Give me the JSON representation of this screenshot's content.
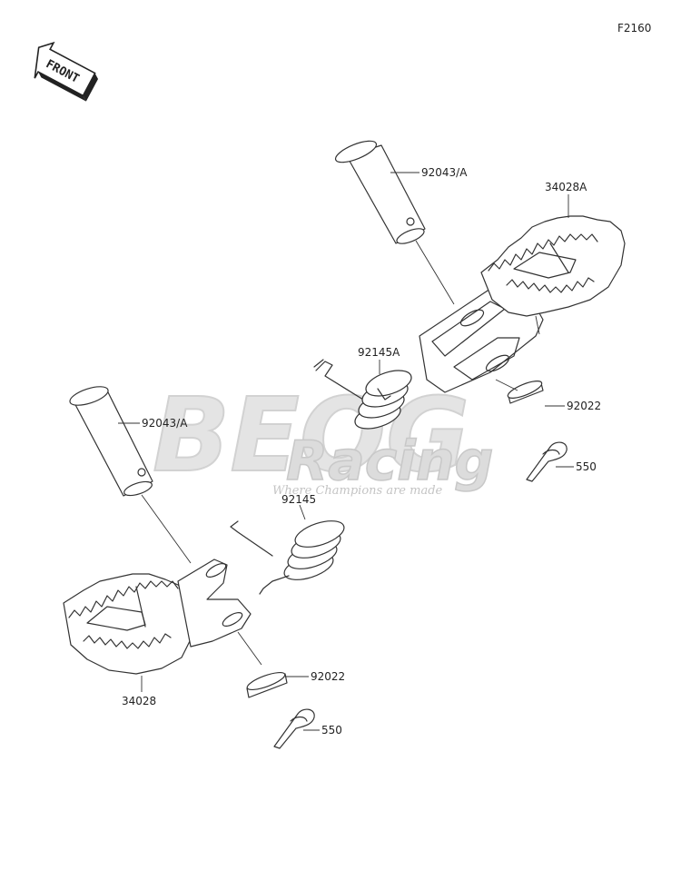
{
  "figure_code": "F2160",
  "front_label": "FRONT",
  "watermark": {
    "brand": "BEOG",
    "sub": "Racing",
    "tagline": "Where Champions are made"
  },
  "callouts": {
    "pin_right": "92043/A",
    "footpeg_right": "34028A",
    "spring_right": "92145A",
    "washer_right": "92022",
    "cotter_right": "550",
    "pin_left": "92043/A",
    "spring_left": "92145",
    "footpeg_left": "34028",
    "washer_left": "92022",
    "cotter_left": "550"
  }
}
